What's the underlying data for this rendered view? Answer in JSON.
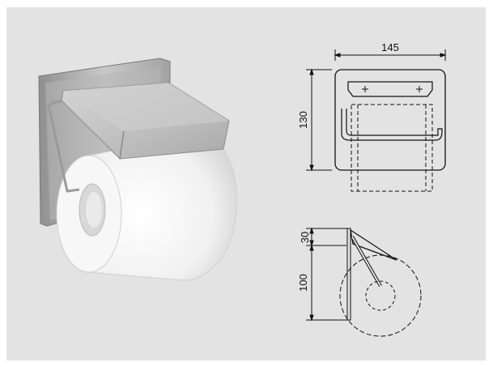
{
  "product": {
    "name_icon": "toilet-roll-holder-photo"
  },
  "front_view": {
    "width_label": "145",
    "height_label": "130"
  },
  "side_view": {
    "top_label": "30",
    "height_label": "100"
  }
}
